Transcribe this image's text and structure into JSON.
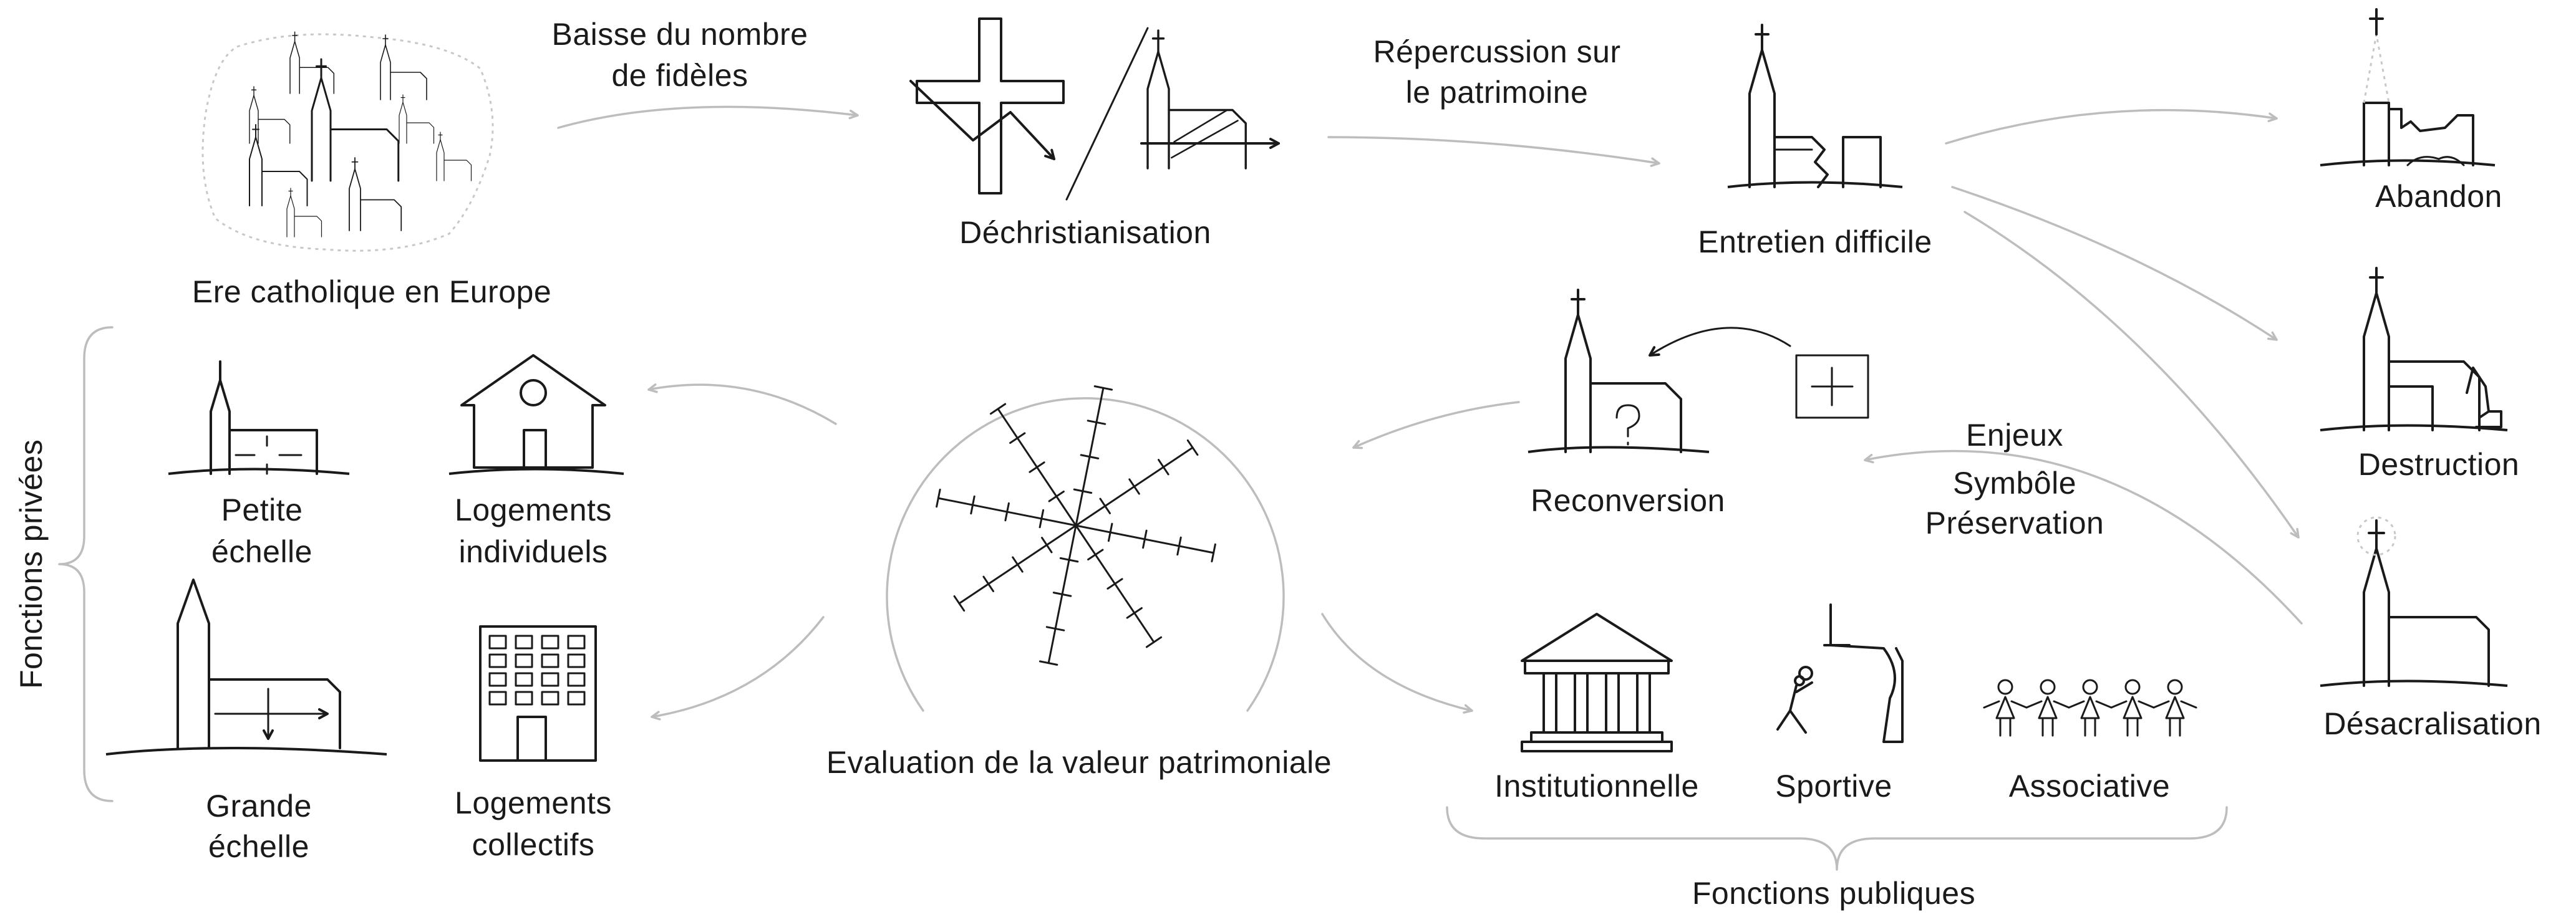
{
  "nodes": {
    "ere": "Ere catholique en Europe",
    "dechristianisation": "Déchristianisation",
    "entretien": "Entretien difficile",
    "abandon": "Abandon",
    "destruction": "Destruction",
    "desacralisation": "Désacralisation",
    "reconversion": "Reconversion",
    "evaluation": "Evaluation de la valeur patrimoniale",
    "petite_1": "Petite",
    "petite_2": "échelle",
    "grande_1": "Grande",
    "grande_2": "échelle",
    "log_ind_1": "Logements",
    "log_ind_2": "individuels",
    "log_col_1": "Logements",
    "log_col_2": "collectifs",
    "institutionnelle": "Institutionnelle",
    "sportive": "Sportive",
    "associative": "Associative"
  },
  "edges": {
    "baisse_1": "Baisse du nombre",
    "baisse_2": "de fidèles",
    "repercussion_1": "Répercussion sur",
    "repercussion_2": "le patrimoine",
    "enjeux_1": "Enjeux",
    "enjeux_2": "Symbôle",
    "enjeux_3": "Préservation"
  },
  "groups": {
    "privees": "Fonctions privées",
    "publiques": "Fonctions publiques"
  },
  "colors": {
    "ink": "#1a1a1a",
    "arrow": "#bdbdbd"
  },
  "icons": {
    "ere": "europe-churches-icon",
    "dechristianisation": "falling-cross-icon",
    "entretien": "cracked-church-icon",
    "abandon": "ruined-church-icon",
    "destruction": "demolition-church-icon",
    "desacralisation": "deconsecrated-church-icon",
    "reconversion": "question-church-icon",
    "evaluation": "radar-evaluation-icon",
    "petite": "small-scale-church-icon",
    "grande": "large-scale-church-icon",
    "log_ind": "house-icon",
    "log_col": "apartment-building-icon",
    "institutionnelle": "institution-building-icon",
    "sportive": "basketball-icon",
    "associative": "people-chain-icon"
  }
}
